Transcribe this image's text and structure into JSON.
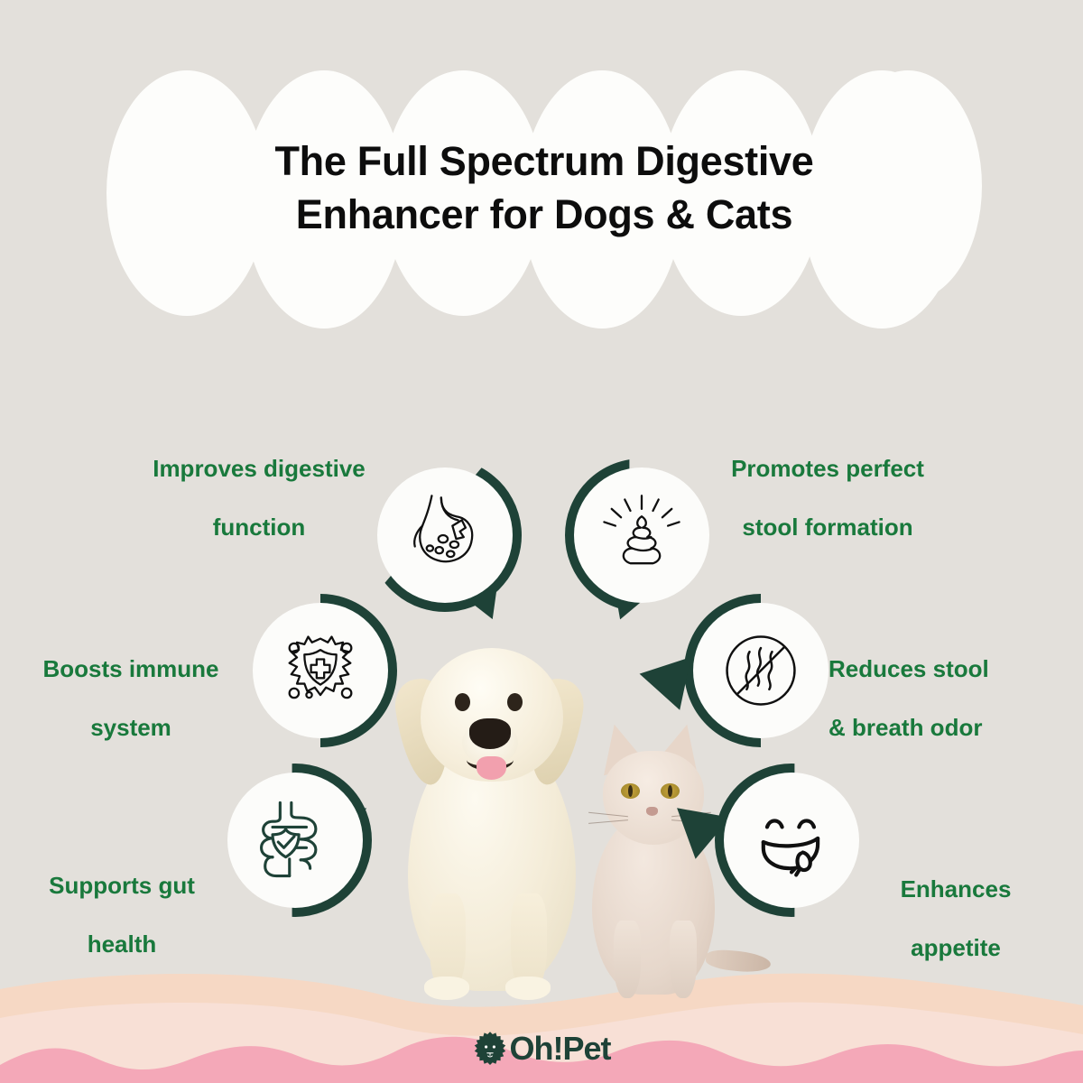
{
  "page": {
    "background_color": "#e3e0db",
    "accent_green": "#19793c",
    "dark_green": "#1e4237",
    "bubble_white": "#fcfcfa"
  },
  "title": {
    "line1": "The Full Spectrum Digestive",
    "line2": "Enhancer for Dogs & Cats",
    "color": "#0d0d0d"
  },
  "benefits": [
    {
      "id": "digestive",
      "label_line1": "Improves digestive",
      "label_line2": "function",
      "icon": "stomach-icon"
    },
    {
      "id": "stool",
      "label_line1": "Promotes perfect",
      "label_line2": "stool formation",
      "icon": "stool-shine-icon"
    },
    {
      "id": "immune",
      "label_line1": "Boosts immune",
      "label_line2": "system",
      "icon": "shield-germ-icon"
    },
    {
      "id": "odor",
      "label_line1": "Reduces stool",
      "label_line2": "& breath odor",
      "icon": "no-odor-icon"
    },
    {
      "id": "gut",
      "label_line1": "Supports gut",
      "label_line2": "health",
      "icon": "intestine-shield-check-icon"
    },
    {
      "id": "appetite",
      "label_line1": "Enhances",
      "label_line2": "appetite",
      "icon": "smiley-tongue-icon"
    }
  ],
  "pets": {
    "dog": "golden-retriever-puppy",
    "cat": "burmese-kitten"
  },
  "waves": {
    "color_back": "#f6d8c4",
    "color_mid": "#f8e0d6",
    "color_front": "#f4a8b8"
  },
  "logo": {
    "mark": "lion-head-icon",
    "text": "Oh!Pet",
    "color": "#1e4237"
  }
}
